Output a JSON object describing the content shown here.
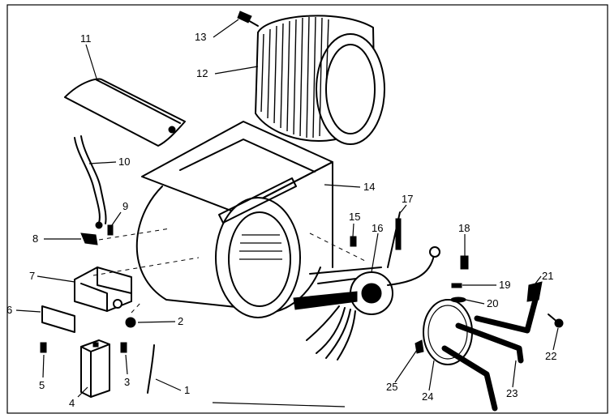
{
  "parts": [
    {
      "id": "p1",
      "label": "1"
    },
    {
      "id": "p2",
      "label": "2"
    },
    {
      "id": "p3",
      "label": "3"
    },
    {
      "id": "p4",
      "label": "4"
    },
    {
      "id": "p5",
      "label": "5"
    },
    {
      "id": "p6",
      "label": "6"
    },
    {
      "id": "p7",
      "label": "7"
    },
    {
      "id": "p8",
      "label": "8"
    },
    {
      "id": "p9",
      "label": "9"
    },
    {
      "id": "p10",
      "label": "10"
    },
    {
      "id": "p11",
      "label": "11"
    },
    {
      "id": "p12",
      "label": "12"
    },
    {
      "id": "p13",
      "label": "13"
    },
    {
      "id": "p14",
      "label": "14"
    },
    {
      "id": "p15",
      "label": "15"
    },
    {
      "id": "p16",
      "label": "16"
    },
    {
      "id": "p17",
      "label": "17"
    },
    {
      "id": "p18",
      "label": "18"
    },
    {
      "id": "p19",
      "label": "19"
    },
    {
      "id": "p20",
      "label": "20"
    },
    {
      "id": "p21",
      "label": "21"
    },
    {
      "id": "p22",
      "label": "22"
    },
    {
      "id": "p23",
      "label": "23"
    },
    {
      "id": "p24",
      "label": "24"
    },
    {
      "id": "p25",
      "label": "25"
    }
  ]
}
